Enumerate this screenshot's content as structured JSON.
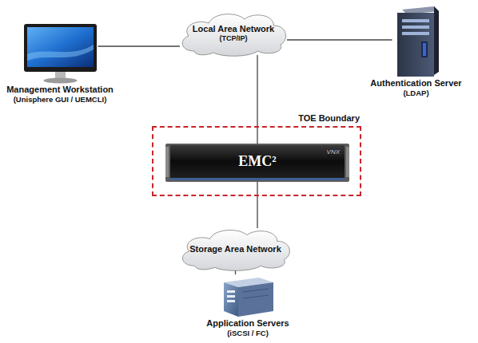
{
  "diagram": {
    "nodes": [
      {
        "text": [
          "Management Workstation",
          "(Unisphere GUI / UEMCLI)"
        ]
      },
      {
        "text": [
          "Local Area Network",
          "(TCP/IP)"
        ]
      },
      {
        "text": [
          "Authentication Server",
          "(LDAP)"
        ]
      },
      {
        "text": [
          "TOE Boundary"
        ]
      },
      {
        "text": [
          "EMC²",
          "VNX"
        ],
        "in": 3
      },
      {
        "text": [
          "Storage Area Network"
        ]
      },
      {
        "text": [
          "Application Servers",
          "(iSCSI / FC)"
        ]
      }
    ],
    "edges": [
      {
        "from": 0,
        "to": 1,
        "arrow": "none"
      },
      {
        "from": 1,
        "to": 2,
        "arrow": "none"
      },
      {
        "from": 1,
        "to": 4,
        "arrow": "none"
      },
      {
        "from": 4,
        "to": 5,
        "arrow": "none"
      },
      {
        "from": 5,
        "to": 6,
        "arrow": "none"
      }
    ]
  }
}
